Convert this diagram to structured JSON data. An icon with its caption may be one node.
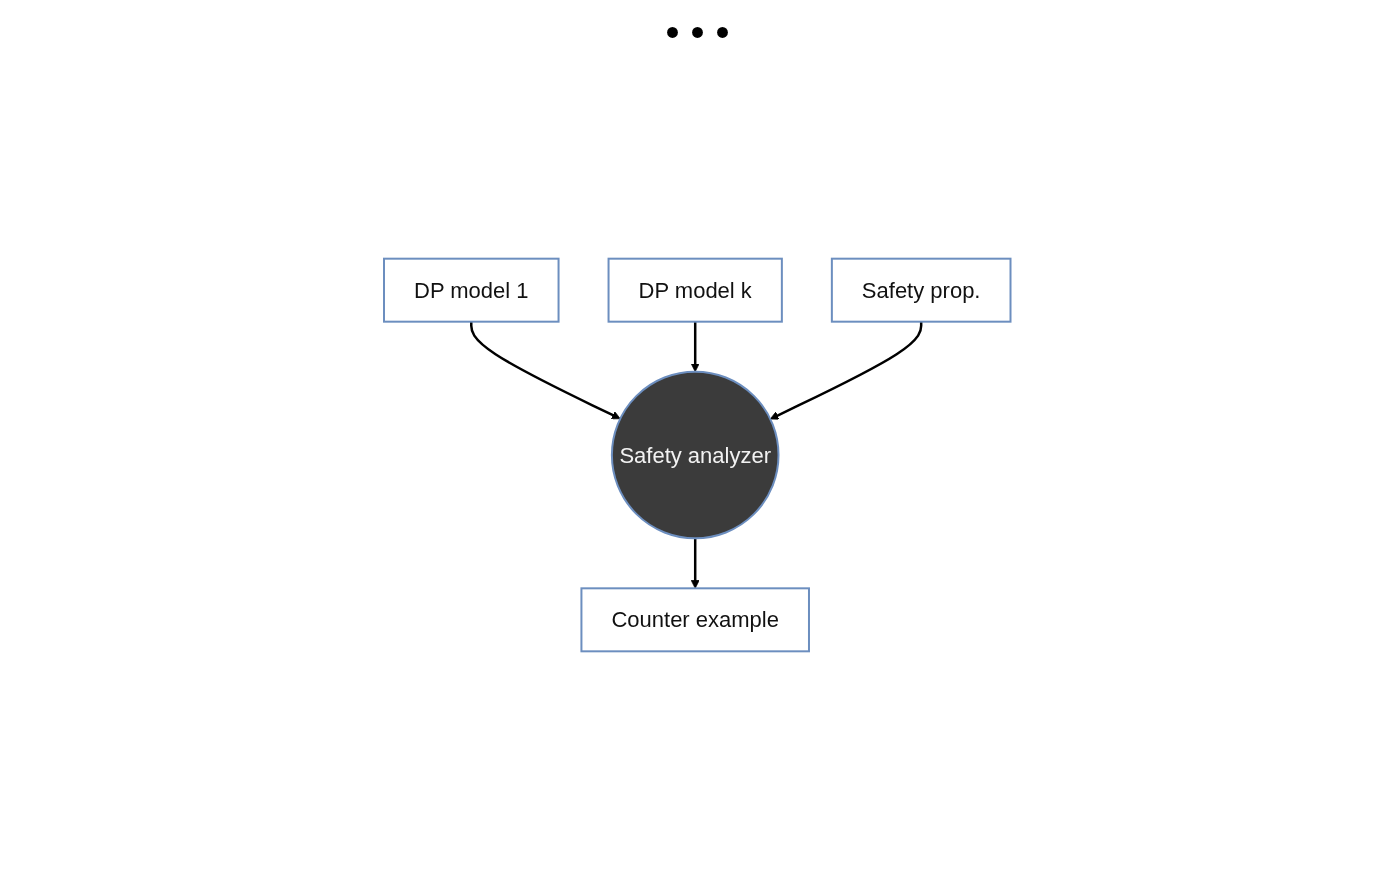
{
  "diagram": {
    "nodes": [
      {
        "text": [
          "DP model 1"
        ]
      },
      {
        "text": [
          "DP model k"
        ]
      },
      {
        "text": [
          "Safety prop."
        ]
      },
      {
        "text": [
          "Safety analyzer"
        ]
      },
      {
        "text": [
          "Counter example"
        ]
      }
    ],
    "edges": [
      {
        "from": 0,
        "to": 3,
        "arrow": "to"
      },
      {
        "from": 1,
        "to": 3,
        "arrow": "to"
      },
      {
        "from": 2,
        "to": 3,
        "arrow": "to"
      },
      {
        "from": 3,
        "to": 4,
        "arrow": "to"
      }
    ],
    "labels": [
      "• • •"
    ]
  }
}
